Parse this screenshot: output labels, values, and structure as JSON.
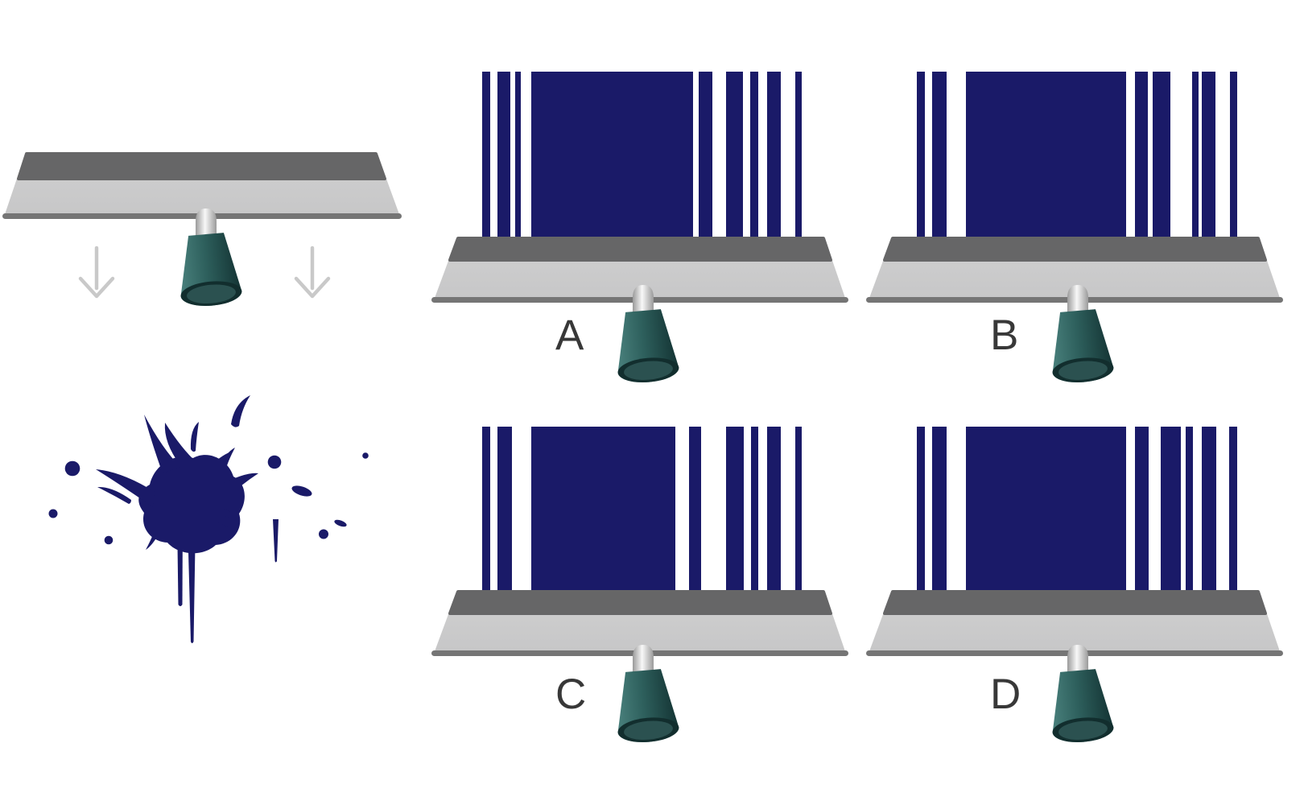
{
  "colors": {
    "background": "#ffffff",
    "ink": "#1a1a68",
    "blade_light_top": "#d0d0d0",
    "blade_light": "#c7c7c8",
    "blade_dark": "#666667",
    "blade_lip": "#757575",
    "neck_silver_edge": "#9a9a9a",
    "neck_silver_mid": "#f8f8f8",
    "handle_teal_light": "#4a817d",
    "handle_teal_mid": "#2e605d",
    "handle_teal_dark": "#143434",
    "handle_rim": "#122e2e",
    "handle_rim_inner": "#2b5150",
    "arrow_gray": "#c9c9c9",
    "label_color": "#383838"
  },
  "icons": {
    "arrow_down": "down-arrow"
  },
  "options": [
    {
      "label": "A",
      "bars": [
        [
          1,
          10
        ],
        [
          20,
          16
        ],
        [
          42,
          7
        ],
        [
          62,
          201
        ],
        [
          270,
          17
        ],
        [
          304,
          21
        ],
        [
          334,
          10
        ],
        [
          355,
          17
        ],
        [
          390,
          8
        ]
      ]
    },
    {
      "label": "B",
      "bars": [
        [
          1,
          10
        ],
        [
          20,
          18
        ],
        [
          62,
          199
        ],
        [
          272,
          16
        ],
        [
          294,
          22
        ],
        [
          343,
          8
        ],
        [
          355,
          17
        ],
        [
          390,
          9
        ]
      ]
    },
    {
      "label": "C",
      "bars": [
        [
          1,
          10
        ],
        [
          20,
          18
        ],
        [
          62,
          179
        ],
        [
          258,
          15
        ],
        [
          304,
          22
        ],
        [
          335,
          9
        ],
        [
          355,
          17
        ],
        [
          390,
          8
        ]
      ]
    },
    {
      "label": "D",
      "bars": [
        [
          1,
          10
        ],
        [
          20,
          18
        ],
        [
          62,
          199
        ],
        [
          272,
          17
        ],
        [
          304,
          25
        ],
        [
          335,
          9
        ],
        [
          355,
          18
        ],
        [
          389,
          10
        ]
      ]
    }
  ]
}
